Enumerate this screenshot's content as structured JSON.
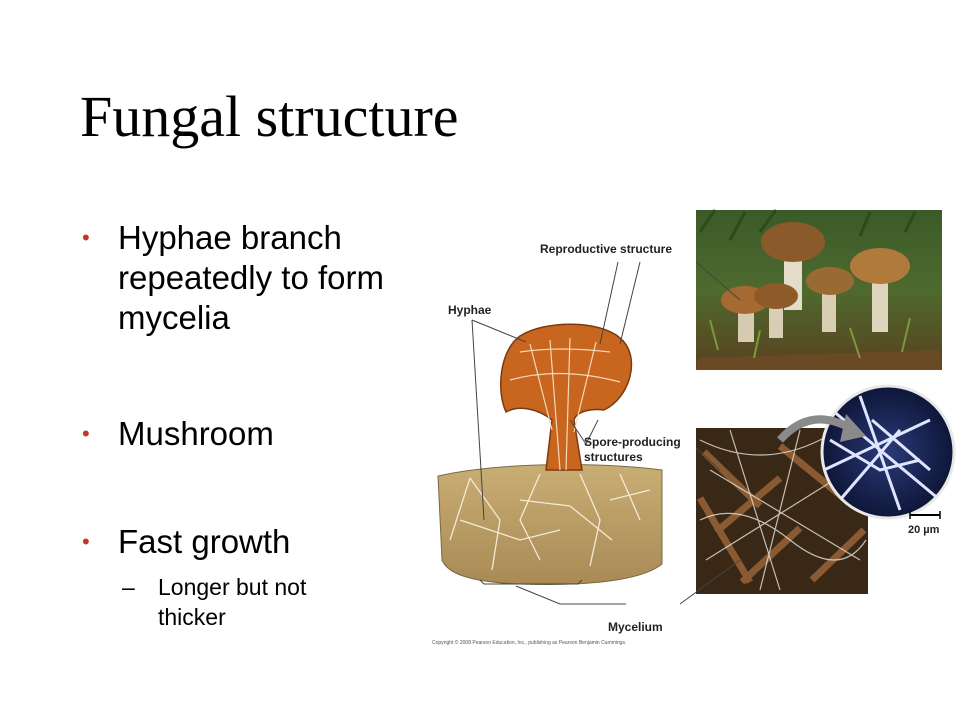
{
  "slide": {
    "title": "Fungal structure",
    "bullets": [
      {
        "lines": [
          "Hyphae branch",
          "repeatedly to form",
          "mycelia"
        ]
      },
      {
        "lines": [
          "Mushroom"
        ]
      },
      {
        "lines": [
          "Fast growth"
        ]
      }
    ],
    "sub_bullet": {
      "dash": "–",
      "lines": [
        "Longer but not",
        "thicker"
      ]
    },
    "bullet_marker": "•"
  },
  "figure": {
    "labels": {
      "reproductive": "Reproductive structure",
      "hyphae": "Hyphae",
      "spore_line1": "Spore-producing",
      "spore_line2": "structures",
      "mycelium": "Mycelium",
      "scale": "20 µm"
    },
    "copyright": "Copyright © 2008 Pearson Education, Inc., publishing as Pearson Benjamin Cummings."
  },
  "colors": {
    "bullet": "#c0392b",
    "mushroom": "#c8651e",
    "soil": "#b59a62",
    "micro_bg": "#152048"
  }
}
